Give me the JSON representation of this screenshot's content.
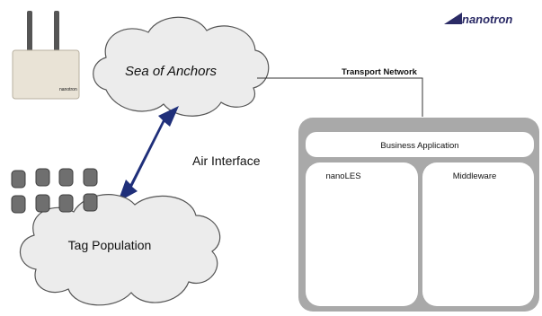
{
  "logo": {
    "text": "nanotron",
    "color": "#2b2b66"
  },
  "device": {
    "label": "nanotron"
  },
  "clouds": {
    "anchors": {
      "label": "Sea of Anchors"
    },
    "tags": {
      "label": "Tag Population"
    }
  },
  "links": {
    "air_interface": "Air Interface",
    "transport_network": "Transport Network"
  },
  "system": {
    "top": "Business Application",
    "left": "nanoLES",
    "right": "Middleware"
  },
  "colors": {
    "arrow": "#1f2f7a",
    "cloud_fill": "#ececec",
    "cloud_stroke": "#555555",
    "frame": "#a9a9a9",
    "tag": "#6f6f6f"
  }
}
